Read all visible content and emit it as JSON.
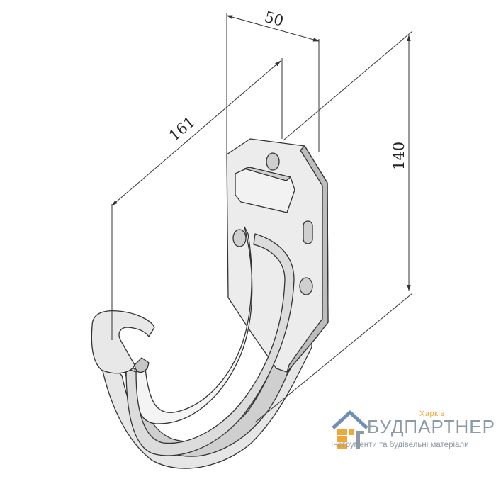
{
  "dimensions": {
    "width_label": "50",
    "length_label": "161",
    "height_label": "140"
  },
  "logo": {
    "city": "Харків",
    "name": "БУДПАРТНЕР",
    "tagline": "Інструменти та будівельні матеріали",
    "colors": {
      "orange": "#f0a73a",
      "gray": "#8c99a6",
      "blue": "#6f8fb5"
    }
  },
  "colors": {
    "line": "#333333",
    "metal": "#e2e2e2",
    "shade": "#bdbdbd"
  }
}
